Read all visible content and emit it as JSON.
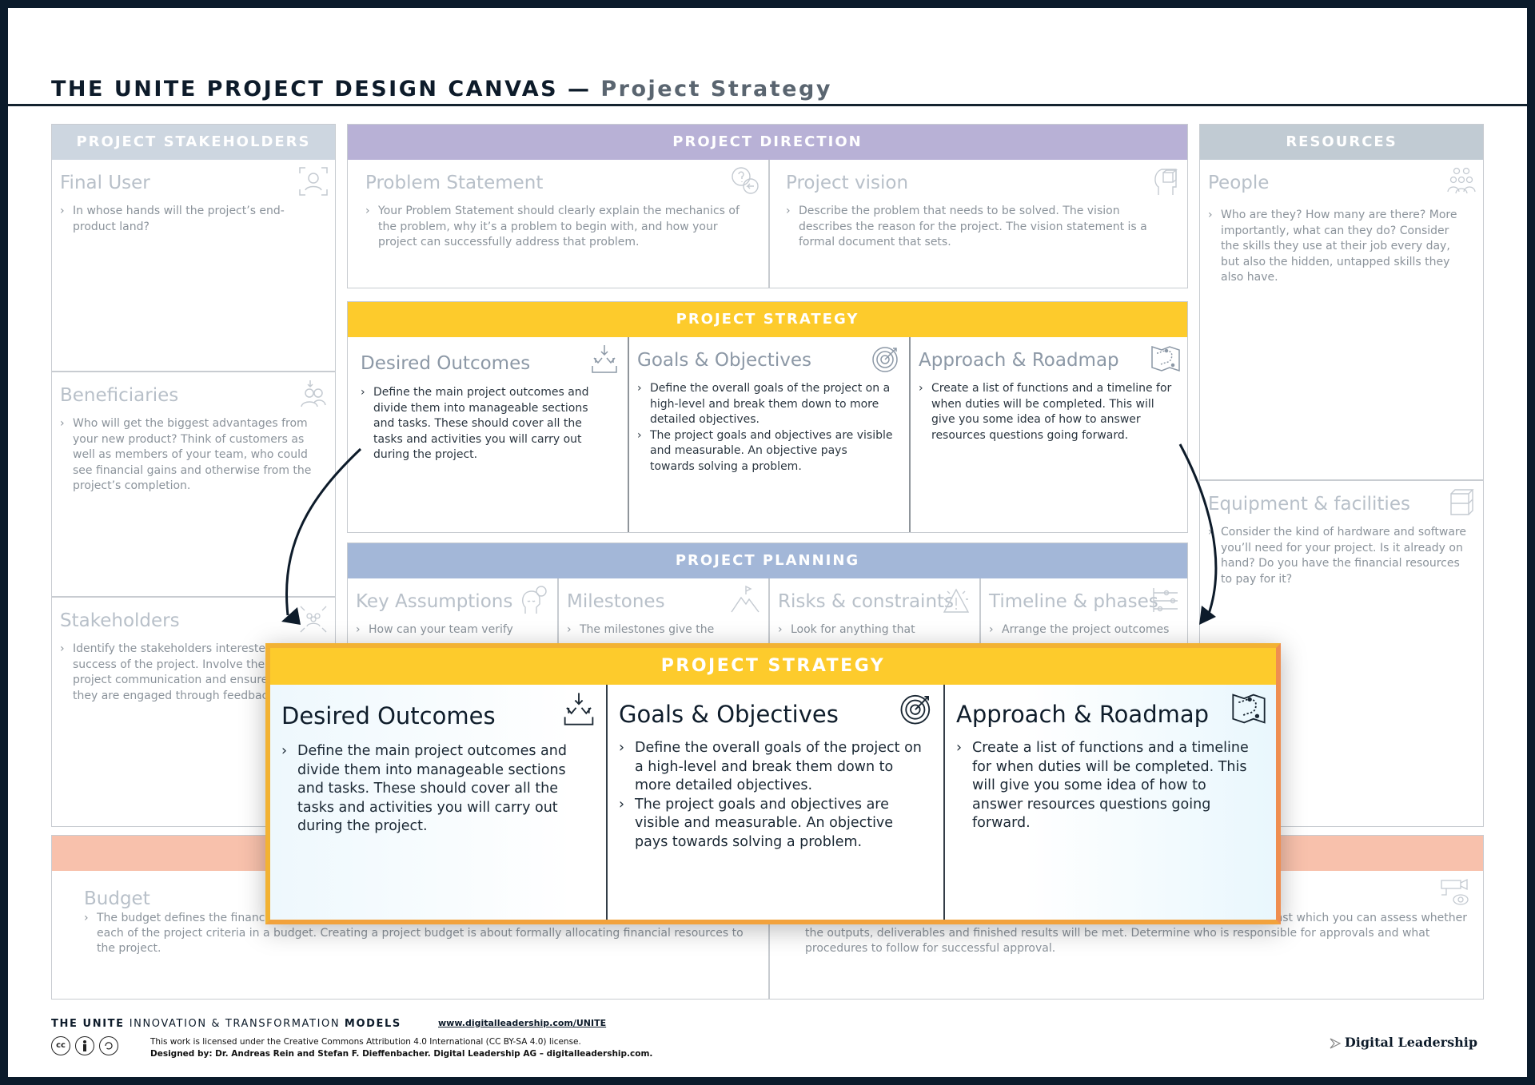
{
  "title": {
    "main": "THE UNITE PROJECT DESIGN CANVAS — ",
    "sub": "Project Strategy"
  },
  "colors": {
    "stakeholders": "#cdd6e0",
    "direction": "#b8b1d6",
    "strategy": "#fdcb2c",
    "planning": "#a3b7d8",
    "resources": "#c1cbd3",
    "bottom": "#f8c1ac",
    "overlay_border": "#ef8e50"
  },
  "stakeholders": {
    "header": "PROJECT STAKEHOLDERS",
    "cells": [
      {
        "title": "Final User",
        "icon": "user-focus-icon",
        "bullets": [
          "In whose hands will the project’s end-product land?"
        ]
      },
      {
        "title": "Beneficiaries",
        "icon": "beneficiaries-icon",
        "bullets": [
          "Who will get the biggest advantages from your new product? Think of customers as well as members of your team, who could see financial gains and otherwise from the project’s completion."
        ]
      },
      {
        "title": "Stakeholders",
        "icon": "stakeholders-group-icon",
        "bullets": [
          "Identify the stakeholders interested in the success of the project. Involve them in project communication and ensure that they are engaged through feedback loops."
        ]
      }
    ]
  },
  "direction": {
    "header": "PROJECT DIRECTION",
    "cells": [
      {
        "title": "Problem Statement",
        "icon": "question-chat-icon",
        "bullets": [
          "Your Problem Statement should clearly explain the mechanics of the problem, why it’s a problem to begin with, and how your project can successfully address that problem."
        ]
      },
      {
        "title": "Project vision",
        "icon": "vision-head-icon",
        "bullets": [
          "Describe the problem that needs to be solved. The vision describes the reason for the project. The vision statement is a formal document that sets."
        ]
      }
    ]
  },
  "strategy": {
    "header": "PROJECT STRATEGY",
    "cells": [
      {
        "title": "Desired Outcomes",
        "icon": "download-tray-icon",
        "bullets": [
          "Define the main project outcomes and divide them into manageable sections and tasks. These should cover all the tasks and activities you will carry out during the project."
        ]
      },
      {
        "title": "Goals & Objectives",
        "icon": "target-icon",
        "bullets": [
          "Define the overall goals of the project on a high-level and break them down to more detailed objectives.",
          "The project goals and objectives are visible and measurable. An objective pays towards solving a problem."
        ]
      },
      {
        "title": "Approach & Roadmap",
        "icon": "roadmap-icon",
        "bullets": [
          "Create a list of functions and a timeline for when duties will be completed. This will give you some idea of how to answer resources questions going forward."
        ]
      }
    ]
  },
  "planning": {
    "header": "PROJECT PLANNING",
    "cells": [
      {
        "title": "Key Assumptions",
        "icon": "thinking-head-icon",
        "bullets": [
          "How can your team verify"
        ]
      },
      {
        "title": "Milestones",
        "icon": "mountain-flag-icon",
        "bullets": [
          "The milestones give the"
        ]
      },
      {
        "title": "Risks & constraints",
        "icon": "warning-icon",
        "bullets": [
          "Look for anything that"
        ]
      },
      {
        "title": "Timeline & phases",
        "icon": "timeline-sliders-icon",
        "bullets": [
          "Arrange the project outcomes"
        ]
      }
    ]
  },
  "resources": {
    "header": "RESOURCES",
    "cells": [
      {
        "title": "People",
        "icon": "people-group-icon",
        "bullets": [
          "Who are they? How many are there? More importantly, what can they do? Consider the skills they use at their job every day, but also the hidden, untapped skills they also have."
        ]
      },
      {
        "title": "Equipment & facilities",
        "icon": "boxes-icon",
        "bullets": [
          "Consider the kind of hardware and software you’ll need for your project. Is it already on hand? Do you have the financial resources to pay for it?"
        ]
      }
    ]
  },
  "bottom": {
    "cells": [
      {
        "title": "Budget",
        "bullets": [
          "The budget defines the financial resources needed for the implementation of the project. Costs are allocated to each of the project criteria in a budget. Creating a project budget is about formally allocating financial resources to the project."
        ]
      },
      {
        "title": "",
        "icon": "surveillance-camera-icon",
        "bullets": [
          "Define the criteria for the success of your project and create a list of standards against which you can assess whether the outputs, deliverables and finished results will be met. Determine who is responsible for approvals and what procedures to follow for successful approval."
        ]
      }
    ]
  },
  "footer": {
    "title_bold1": "THE UNITE ",
    "title_light": "INNOVATION & TRANSFORMATION ",
    "title_bold2": "MODELS",
    "link": "www.digitalleadership.com/UNITE",
    "license": "This work is licensed under the Creative Commons Attribution 4.0 International (CC BY-SA 4.0) license.",
    "designed_by": "Designed by: Dr. Andreas Rein and Stefan F. Dieffenbacher. Digital Leadership AG – digitalleadership.com.",
    "cc_labels": [
      "cc",
      "",
      ""
    ],
    "brand": "Digital Leadership"
  }
}
